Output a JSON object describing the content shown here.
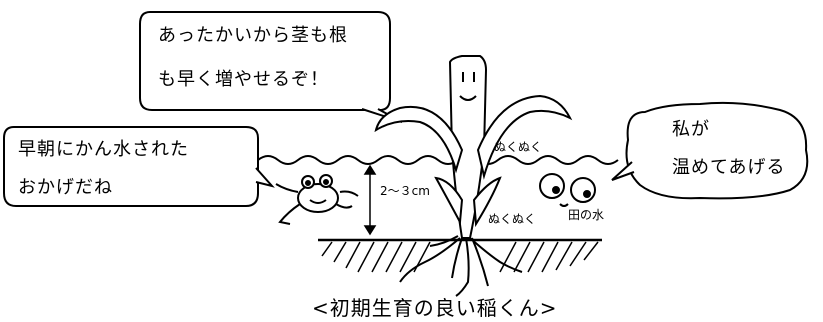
{
  "bubble_top": {
    "line1": "あったかいから茎も根",
    "line2": "も早く増やせるぞ！"
  },
  "bubble_left": {
    "line1": "早朝にかん水された",
    "line2": "おかげだね"
  },
  "bubble_right": {
    "line1": "私が",
    "line2": "温めてあげる"
  },
  "labels": {
    "warm_upper": "ぬくぬく",
    "warm_lower": "ぬくぬく",
    "depth": "2〜３cm",
    "paddy_water": "田の水"
  },
  "caption": "<初期生育の良い稲くん>"
}
